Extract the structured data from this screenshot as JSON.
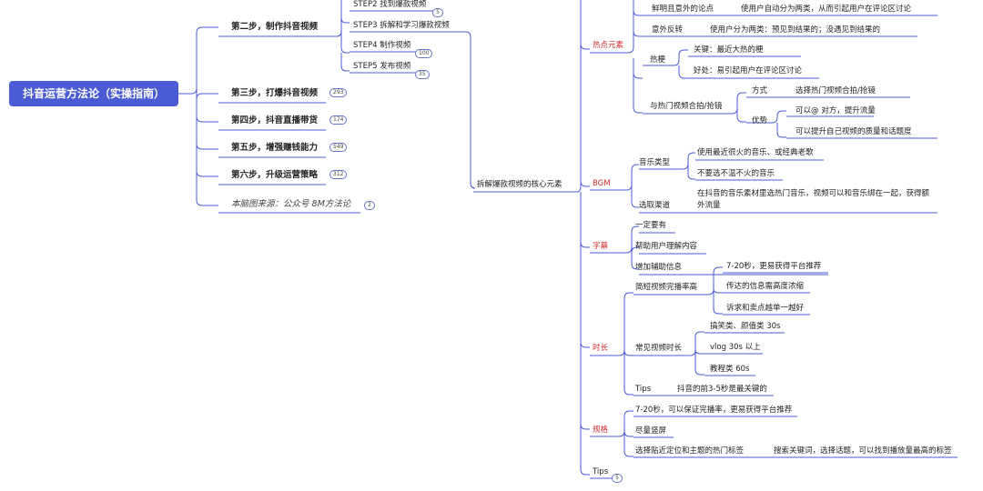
{
  "root": {
    "label": "抖音运营方法论（实操指南）"
  },
  "left_branches": [
    {
      "label": "第二步，制作抖音视频"
    },
    {
      "label": "第三步，打爆抖音视频",
      "count": "293"
    },
    {
      "label": "第四步，抖音直播带货",
      "count": "174"
    },
    {
      "label": "第五步，增强赚钱能力",
      "count": "549"
    },
    {
      "label": "第六步，升级运营策略",
      "count": "312"
    },
    {
      "label": "本脑图来源：公众号 8M方法论",
      "count": "2"
    }
  ],
  "steps": [
    {
      "label": "STEP2 找到爆款视频",
      "count": "5"
    },
    {
      "label": "STEP3 拆解和学习爆款视频"
    },
    {
      "label": "STEP4 制作视频",
      "count": "100"
    },
    {
      "label": "STEP5 发布视频",
      "count": "35"
    }
  ],
  "core": {
    "label": "拆解爆款视频的核心元素"
  },
  "hot": {
    "label": "热点元素",
    "point": "鲜明且意外的论点",
    "point_desc": "使用户自动分为两类，从而引起用户在评论区讨论",
    "reverse": "意外反转",
    "reverse_desc": "使用户分为两类：预见到结果的；没遇见到结果的",
    "meme": "热梗",
    "meme_key": "关键：最近大热的梗",
    "meme_benefit": "好处：易引起用户在评论区讨论",
    "duet": "与热门视频合拍/抢镜",
    "method": "方式",
    "method_desc": "选择热门视频合拍/抢镜",
    "adv": "优势",
    "adv_1": "可以@ 对方，提升流量",
    "adv_2": "可以提升自己视频的质量和话题度"
  },
  "bgm": {
    "label": "BGM",
    "type": "音乐类型",
    "type_1": "使用最近很火的音乐、或经典老歌",
    "type_2": "不要选不温不火的音乐",
    "channel": "选取渠道",
    "channel_1": "在抖音的音乐素材里选热门音乐，视频可以和音乐绑在一起，获得额",
    "channel_2": "外流量"
  },
  "subtitle": {
    "label": "字幕",
    "items": [
      "一定要有",
      "帮助用户理解内容",
      "增加辅助信息"
    ]
  },
  "duration": {
    "label": "时长",
    "short": "简短视频完播率高",
    "short_items": [
      "7-20秒，更易获得平台推荐",
      "传达的信息需高度浓缩",
      "诉求和卖点越单一越好"
    ],
    "common": "常见视频时长",
    "common_items": [
      "搞笑类、颜值类 30s",
      "vlog 30s 以上",
      "教程类 60s"
    ],
    "tips": "Tips",
    "tips_desc": "抖音的前3-5秒是最关键的"
  },
  "spec": {
    "label": "规格",
    "items": [
      "7-20秒，可以保证完播率，更易获得平台推荐",
      "尽量竖屏",
      "选择贴近定位和主题的热门标签"
    ],
    "tag_desc": "搜索关键词，选择话题，可以找到播放量最高的标签"
  },
  "bottom_tips": {
    "label": "Tips",
    "count": "5"
  },
  "colors": {
    "root_bg": "#4a5bd4",
    "line": "#4a5bd4",
    "accent_red": "#d22b2b"
  }
}
